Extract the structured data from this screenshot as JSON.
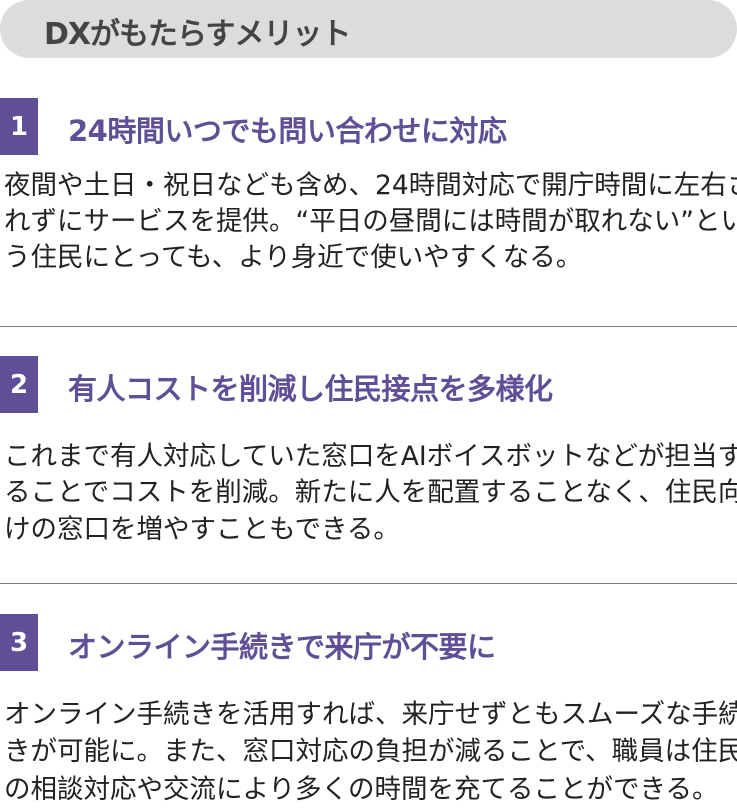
{
  "header": {
    "title": "DXがもたらすメリット"
  },
  "sections": [
    {
      "number": "1",
      "title": "24時間いつでも問い合わせに対応",
      "lines": [
        "夜間や土日・祝日なども含め、24時間対応で開庁時間に左右さ",
        "れずにサービスを提供。“平日の昼間には時間が取れない”とい",
        "う住民にとっても、より身近で使いやすくなる。"
      ]
    },
    {
      "number": "2",
      "title": "有人コストを削減し住民接点を多様化",
      "lines": [
        "これまで有人対応していた窓口をAIボイスボットなどが担当す",
        "ることでコストを削減。新たに人を配置することなく、住民向",
        "けの窓口を増やすこともできる。"
      ]
    },
    {
      "number": "3",
      "title": "オンライン手続きで来庁が不要に",
      "lines": [
        "オンライン手続きを活用すれば、来庁せずともスムーズな手続",
        "きが可能に。また、窓口対応の負担が減ることで、職員は住民",
        "の相談対応や交流により多くの時間を充てることができる。"
      ]
    }
  ]
}
